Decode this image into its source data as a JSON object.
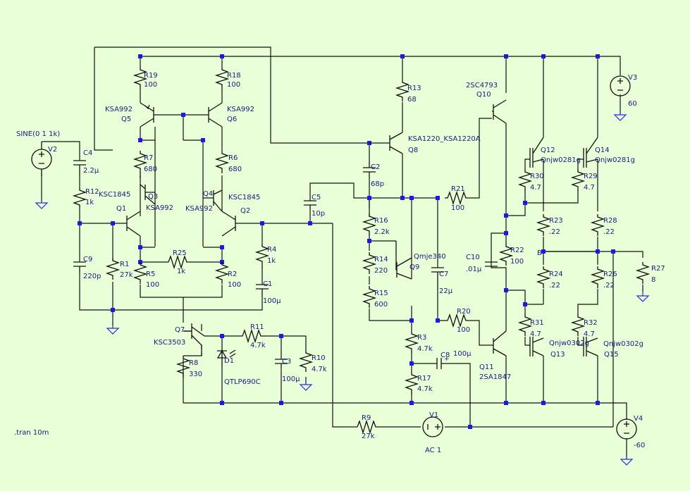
{
  "title": "",
  "directive": ".tran 10m",
  "resistors": [
    {
      "id": "R19",
      "ref": "R19",
      "value": "100"
    },
    {
      "id": "R18",
      "ref": "R18",
      "value": "100"
    },
    {
      "id": "R7",
      "ref": "R7",
      "value": "680"
    },
    {
      "id": "R6",
      "ref": "R6",
      "value": "680"
    },
    {
      "id": "R12",
      "ref": "R12",
      "value": "1k"
    },
    {
      "id": "R1",
      "ref": "R1",
      "value": "27k"
    },
    {
      "id": "R5",
      "ref": "R5",
      "value": "100"
    },
    {
      "id": "R25",
      "ref": "R25",
      "value": "1k"
    },
    {
      "id": "R2",
      "ref": "R2",
      "value": "100"
    },
    {
      "id": "R4",
      "ref": "R4",
      "value": "1k"
    },
    {
      "id": "R13",
      "ref": "R13",
      "value": "68"
    },
    {
      "id": "R16",
      "ref": "R16",
      "value": "2.2k"
    },
    {
      "id": "R14",
      "ref": "R14",
      "value": "220"
    },
    {
      "id": "R15",
      "ref": "R15",
      "value": "600"
    },
    {
      "id": "R21",
      "ref": "R21",
      "value": "100"
    },
    {
      "id": "R20",
      "ref": "R20",
      "value": "100"
    },
    {
      "id": "R3",
      "ref": "R3",
      "value": "4.7k"
    },
    {
      "id": "R17",
      "ref": "R17",
      "value": "4.7k"
    },
    {
      "id": "R22",
      "ref": "R22",
      "value": "100"
    },
    {
      "id": "R30",
      "ref": "R30",
      "value": "4.7"
    },
    {
      "id": "R29",
      "ref": "R29",
      "value": "4.7"
    },
    {
      "id": "R23",
      "ref": "R23",
      "value": ".22"
    },
    {
      "id": "R28",
      "ref": "R28",
      "value": ".22"
    },
    {
      "id": "R24",
      "ref": "R24",
      "value": ".22"
    },
    {
      "id": "R26",
      "ref": "R26",
      "value": ".22"
    },
    {
      "id": "R27",
      "ref": "R27",
      "value": "8"
    },
    {
      "id": "R31",
      "ref": "R31",
      "value": "4.7"
    },
    {
      "id": "R32",
      "ref": "R32",
      "value": "4.7"
    },
    {
      "id": "R8",
      "ref": "R8",
      "value": "330"
    },
    {
      "id": "R11",
      "ref": "R11",
      "value": "4.7k"
    },
    {
      "id": "R10",
      "ref": "R10",
      "value": "4.7k"
    },
    {
      "id": "R9",
      "ref": "R9",
      "value": "27k"
    }
  ],
  "capacitors": [
    {
      "id": "C4",
      "ref": "C4",
      "value": "2.2µ"
    },
    {
      "id": "C9",
      "ref": "C9",
      "value": "220p"
    },
    {
      "id": "C5",
      "ref": "C5",
      "value": "10p"
    },
    {
      "id": "C1",
      "ref": "C1",
      "value": "100µ"
    },
    {
      "id": "C2",
      "ref": "C2",
      "value": "68p"
    },
    {
      "id": "C7",
      "ref": "C7",
      "value": "22µ"
    },
    {
      "id": "C10",
      "ref": "C10",
      "value": ".01µ"
    },
    {
      "id": "C8",
      "ref": "C8",
      "value": "100µ"
    },
    {
      "id": "C3",
      "ref": "C3",
      "value": "100µ"
    }
  ],
  "transistors": [
    {
      "id": "Q5",
      "ref": "Q5",
      "model": "KSA992"
    },
    {
      "id": "Q6",
      "ref": "Q6",
      "model": "KSA992"
    },
    {
      "id": "Q3",
      "ref": "Q3",
      "model": "KSA992"
    },
    {
      "id": "Q4",
      "ref": "Q4",
      "model": "KSA992"
    },
    {
      "id": "Q1",
      "ref": "Q1",
      "model": "KSC1845"
    },
    {
      "id": "Q2",
      "ref": "Q2",
      "model": "KSC1845"
    },
    {
      "id": "Q8",
      "ref": "Q8",
      "model": "KSA1220_KSA1220A"
    },
    {
      "id": "Q9",
      "ref": "Q9",
      "model": "Qmje340"
    },
    {
      "id": "Q10",
      "ref": "Q10",
      "model": "2SC4793"
    },
    {
      "id": "Q11",
      "ref": "Q11",
      "model": "2SA1847"
    },
    {
      "id": "Q12",
      "ref": "Q12",
      "model": "Qnjw0281g"
    },
    {
      "id": "Q14",
      "ref": "Q14",
      "model": "Qnjw0281g"
    },
    {
      "id": "Q13",
      "ref": "Q13",
      "model": "Qnjw0302g"
    },
    {
      "id": "Q15",
      "ref": "Q15",
      "model": "Qnjw0302g"
    },
    {
      "id": "Q7",
      "ref": "Q7",
      "model": "KSC3503"
    }
  ],
  "diode": {
    "ref": "D1",
    "model": "QTLP690C"
  },
  "sources": {
    "V2": {
      "ref": "V2",
      "value": "SINE(0 1 1k)"
    },
    "V3": {
      "ref": "V3",
      "value": "60"
    },
    "V4": {
      "ref": "V4",
      "value": "-60"
    },
    "V1": {
      "ref": "V1",
      "value": "AC 1"
    }
  },
  "net_labels": {
    "output": "B"
  }
}
